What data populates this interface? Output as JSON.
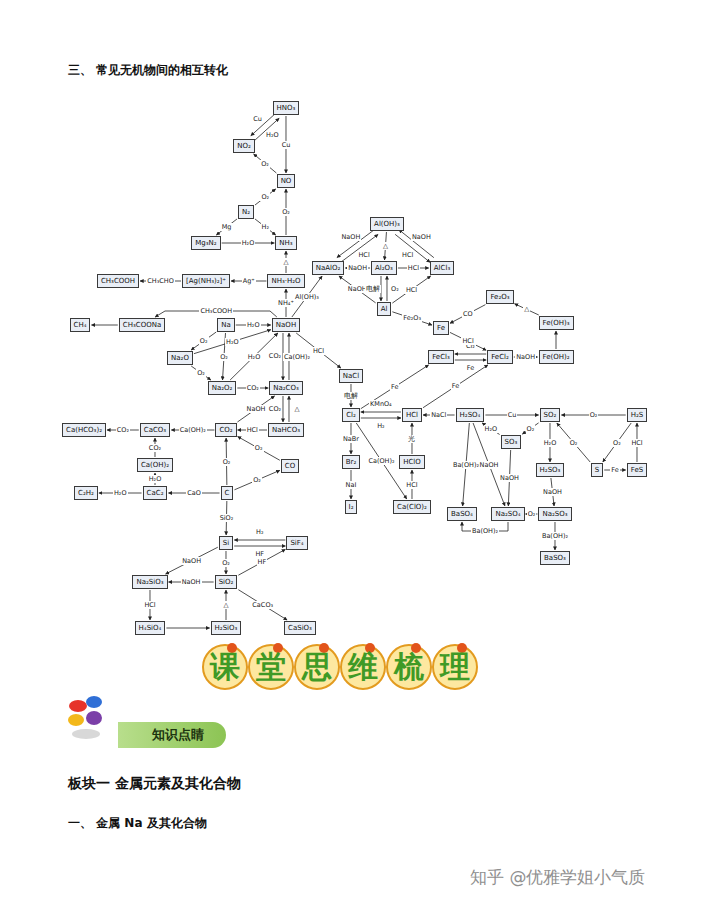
{
  "diagram": {
    "title": "三、 常见无机物间的相互转化",
    "nodes": [
      {
        "text": [
          "HNO₃"
        ]
      },
      {
        "text": [
          "NO₂"
        ]
      },
      {
        "text": [
          "NO"
        ]
      },
      {
        "text": [
          "N₂"
        ]
      },
      {
        "text": [
          "Mg₃N₂"
        ]
      },
      {
        "text": [
          "NH₃"
        ]
      },
      {
        "text": [
          "NH₃·H₂O"
        ]
      },
      {
        "text": [
          "[Ag(NH₃)₂]⁺"
        ]
      },
      {
        "text": [
          "CH₃COOH"
        ]
      },
      {
        "text": [
          "Na"
        ]
      },
      {
        "text": [
          "NaOH"
        ]
      },
      {
        "text": [
          "CH₃COONa"
        ]
      },
      {
        "text": [
          "CH₄"
        ]
      },
      {
        "text": [
          "Na₂O"
        ]
      },
      {
        "text": [
          "Na₂O₂"
        ]
      },
      {
        "text": [
          "Na₂CO₃"
        ]
      },
      {
        "text": [
          "NaHCO₃"
        ]
      },
      {
        "text": [
          "CO₂"
        ]
      },
      {
        "text": [
          "CaCO₃"
        ]
      },
      {
        "text": [
          "Ca(HCO₃)₂"
        ]
      },
      {
        "text": [
          "Ca(OH)₂"
        ]
      },
      {
        "text": [
          "CaC₂"
        ]
      },
      {
        "text": [
          "C₂H₂"
        ]
      },
      {
        "text": [
          "C"
        ]
      },
      {
        "text": [
          "CO"
        ]
      },
      {
        "text": [
          "Si"
        ]
      },
      {
        "text": [
          "SiF₄"
        ]
      },
      {
        "text": [
          "Na₂SiO₃"
        ]
      },
      {
        "text": [
          "SiO₂"
        ]
      },
      {
        "text": [
          "H₄SiO₄"
        ]
      },
      {
        "text": [
          "H₂SiO₃"
        ]
      },
      {
        "text": [
          "CaSiO₃"
        ]
      },
      {
        "text": [
          "NaCl"
        ]
      },
      {
        "text": [
          "Al(OH)₃"
        ]
      },
      {
        "text": [
          "NaAlO₂"
        ]
      },
      {
        "text": [
          "Al₂O₃"
        ]
      },
      {
        "text": [
          "AlCl₃"
        ]
      },
      {
        "text": [
          "Al"
        ]
      },
      {
        "text": [
          "Fe"
        ]
      },
      {
        "text": [
          "Fe₂O₃"
        ]
      },
      {
        "text": [
          "Fe(OH)₃"
        ]
      },
      {
        "text": [
          "FeCl₃"
        ]
      },
      {
        "text": [
          "FeCl₂"
        ]
      },
      {
        "text": [
          "Fe(OH)₂"
        ]
      },
      {
        "text": [
          "Cl₂"
        ]
      },
      {
        "text": [
          "HCl"
        ]
      },
      {
        "text": [
          "H₂SO₄"
        ]
      },
      {
        "text": [
          "SO₂"
        ]
      },
      {
        "text": [
          "H₂S"
        ]
      },
      {
        "text": [
          "SO₃"
        ]
      },
      {
        "text": [
          "S"
        ]
      },
      {
        "text": [
          "FeS"
        ]
      },
      {
        "text": [
          "H₂SO₃"
        ]
      },
      {
        "text": [
          "Br₂"
        ]
      },
      {
        "text": [
          "HClO"
        ]
      },
      {
        "text": [
          "I₂"
        ]
      },
      {
        "text": [
          "Ca(ClO)₂"
        ]
      },
      {
        "text": [
          "BaSO₄"
        ]
      },
      {
        "text": [
          "Na₂SO₄"
        ]
      },
      {
        "text": [
          "Na₂SO₃"
        ]
      },
      {
        "text": [
          "BaSO₃"
        ]
      },
      {
        "text": [
          "知识点睛"
        ]
      }
    ],
    "edges": [
      {
        "from": 0,
        "to": 1,
        "label": "Cu",
        "arrow": "to"
      },
      {
        "from": 1,
        "to": 0,
        "label": "H₂O",
        "arrow": "to"
      },
      {
        "from": 0,
        "to": 2,
        "label": "Cu",
        "arrow": "to"
      },
      {
        "from": 2,
        "to": 1,
        "label": "O₂",
        "arrow": "to"
      },
      {
        "from": 3,
        "to": 2,
        "label": "O₂",
        "arrow": "to"
      },
      {
        "from": 5,
        "to": 2,
        "label": "O₂",
        "arrow": "to"
      },
      {
        "from": 3,
        "to": 4,
        "label": "Mg",
        "arrow": "to"
      },
      {
        "from": 3,
        "to": 5,
        "label": "H₂",
        "arrow": "to"
      },
      {
        "from": 4,
        "to": 5,
        "label": "H₂O",
        "arrow": "to"
      },
      {
        "from": 6,
        "to": 5,
        "label": "△",
        "arrow": "to"
      },
      {
        "from": 6,
        "to": 7,
        "label": "Ag⁺",
        "arrow": "to"
      },
      {
        "from": 7,
        "to": 8,
        "label": "CH₃CHO",
        "arrow": "to"
      },
      {
        "from": 10,
        "to": 6,
        "label": "NH₄⁺",
        "arrow": "to"
      },
      {
        "from": 9,
        "to": 10,
        "label": "H₂O",
        "arrow": "to"
      },
      {
        "from": 10,
        "to": 11,
        "label": "CH₃COOH",
        "arrow": "to"
      },
      {
        "from": 11,
        "to": 12,
        "arrow": "to"
      },
      {
        "from": 9,
        "to": 13,
        "label": "O₂",
        "arrow": "to"
      },
      {
        "from": 13,
        "to": 14,
        "label": "O₂",
        "arrow": "to"
      },
      {
        "from": 9,
        "to": 14,
        "label": "O₂",
        "arrow": "to"
      },
      {
        "from": 13,
        "to": 10,
        "label": "H₂O",
        "arrow": "to"
      },
      {
        "from": 14,
        "to": 10,
        "label": "H₂O",
        "arrow": "to"
      },
      {
        "from": 14,
        "to": 15,
        "label": "CO₂",
        "arrow": "to"
      },
      {
        "from": 10,
        "to": 15,
        "label": "CO₂",
        "arrow": "to"
      },
      {
        "from": 15,
        "to": 10,
        "label": "Ca(OH)₂",
        "arrow": "to"
      },
      {
        "from": 15,
        "to": 16,
        "label": "CO₂",
        "arrow": "to"
      },
      {
        "from": 16,
        "to": 15,
        "label": "△",
        "arrow": "to"
      },
      {
        "from": 16,
        "to": 17,
        "label": "HCl",
        "arrow": "to"
      },
      {
        "from": 17,
        "to": 15,
        "label": "NaOH",
        "arrow": "to"
      },
      {
        "from": 17,
        "to": 18,
        "label": "Ca(OH)₂",
        "arrow": "to"
      },
      {
        "from": 18,
        "to": 19,
        "label": "CO₂",
        "arrow": "to"
      },
      {
        "from": 20,
        "to": 18,
        "label": "CO₂",
        "arrow": "to"
      },
      {
        "from": 21,
        "to": 20,
        "label": "H₂O",
        "arrow": "to"
      },
      {
        "from": 21,
        "to": 22,
        "label": "H₂O",
        "arrow": "to"
      },
      {
        "from": 23,
        "to": 21,
        "label": "CaO",
        "arrow": "to"
      },
      {
        "from": 23,
        "to": 17,
        "label": "O₂",
        "arrow": "to"
      },
      {
        "from": 23,
        "to": 24,
        "label": "O₂",
        "arrow": "to"
      },
      {
        "from": 24,
        "to": 17,
        "label": "O₂",
        "arrow": "to"
      },
      {
        "from": 23,
        "to": 25,
        "label": "SiO₂",
        "arrow": "to"
      },
      {
        "from": 25,
        "to": 26,
        "label": "HF",
        "arrow": "to"
      },
      {
        "from": 26,
        "to": 25,
        "label": "H₂",
        "arrow": "to"
      },
      {
        "from": 25,
        "to": 28,
        "label": "O₂",
        "arrow": "to"
      },
      {
        "from": 25,
        "to": 27,
        "label": "NaOH",
        "arrow": "to"
      },
      {
        "from": 28,
        "to": 27,
        "label": "NaOH",
        "arrow": "to"
      },
      {
        "from": 27,
        "to": 29,
        "label": "HCl",
        "arrow": "to"
      },
      {
        "from": 29,
        "to": 30,
        "arrow": "to"
      },
      {
        "from": 30,
        "to": 28,
        "label": "△",
        "arrow": "to"
      },
      {
        "from": 28,
        "to": 26,
        "label": "HF",
        "arrow": "to"
      },
      {
        "from": 28,
        "to": 31,
        "label": "CaCO₃",
        "arrow": "to"
      },
      {
        "from": 10,
        "to": 34,
        "label": "Al(OH)₃",
        "arrow": "to"
      },
      {
        "from": 10,
        "to": 32,
        "label": "HCl",
        "arrow": "to"
      },
      {
        "from": 32,
        "to": 44,
        "label": "电解",
        "arrow": "to"
      },
      {
        "from": 33,
        "to": 34,
        "label": "NaOH",
        "arrow": "to"
      },
      {
        "from": 34,
        "to": 33,
        "label": "HCl",
        "arrow": "to"
      },
      {
        "from": 33,
        "to": 35,
        "label": "△",
        "arrow": "to"
      },
      {
        "from": 33,
        "to": 36,
        "label": "HCl",
        "arrow": "to"
      },
      {
        "from": 36,
        "to": 33,
        "label": "NaOH",
        "arrow": "to"
      },
      {
        "from": 35,
        "to": 34,
        "label": "NaOH",
        "arrow": "to"
      },
      {
        "from": 35,
        "to": 36,
        "label": "HCl",
        "arrow": "to"
      },
      {
        "from": 37,
        "to": 34,
        "label": "NaOH",
        "arrow": "to"
      },
      {
        "from": 37,
        "to": 35,
        "label": "O₂",
        "arrow": "to"
      },
      {
        "from": 35,
        "to": 37,
        "label": "电解",
        "arrow": "to"
      },
      {
        "from": 37,
        "to": 36,
        "label": "HCl",
        "arrow": "to"
      },
      {
        "from": 37,
        "to": 38,
        "label": "Fe₂O₃",
        "arrow": "to"
      },
      {
        "from": 39,
        "to": 38,
        "label": "CO",
        "arrow": "to"
      },
      {
        "from": 40,
        "to": 39,
        "label": "△",
        "arrow": "to"
      },
      {
        "from": 42,
        "to": 43,
        "label": "NaOH",
        "arrow": "to"
      },
      {
        "from": 43,
        "to": 40,
        "arrow": "to"
      },
      {
        "from": 42,
        "to": 41,
        "label": "Cl₂",
        "arrow": "to"
      },
      {
        "from": 41,
        "to": 42,
        "label": "Fe",
        "arrow": "to"
      },
      {
        "from": 38,
        "to": 42,
        "label": "HCl",
        "arrow": "to"
      },
      {
        "from": 44,
        "to": 41,
        "label": "Fe",
        "arrow": "to"
      },
      {
        "from": 45,
        "to": 42,
        "label": "Fe",
        "arrow": "to"
      },
      {
        "from": 44,
        "to": 45,
        "label": "H₂",
        "arrow": "to"
      },
      {
        "from": 45,
        "to": 44,
        "label": "KMnO₄",
        "arrow": "to"
      },
      {
        "from": 46,
        "to": 45,
        "label": "NaCl",
        "arrow": "to"
      },
      {
        "from": 44,
        "to": 53,
        "label": "NaBr",
        "arrow": "to"
      },
      {
        "from": 53,
        "to": 55,
        "label": "NaI",
        "arrow": "to"
      },
      {
        "from": 44,
        "to": 56,
        "label": "Ca(OH)₂",
        "arrow": "to"
      },
      {
        "from": 56,
        "to": 54,
        "label": "HCl",
        "arrow": "to"
      },
      {
        "from": 54,
        "to": 45,
        "label": "光",
        "arrow": "to"
      },
      {
        "from": 46,
        "to": 47,
        "label": "Cu",
        "arrow": "to"
      },
      {
        "from": 47,
        "to": 49,
        "label": "O₂",
        "arrow": "to"
      },
      {
        "from": 49,
        "to": 46,
        "label": "H₂O",
        "arrow": "to"
      },
      {
        "from": 47,
        "to": 52,
        "label": "H₂O",
        "arrow": "to"
      },
      {
        "from": 48,
        "to": 47,
        "label": "O₂",
        "arrow": "to"
      },
      {
        "from": 48,
        "to": 50,
        "label": "O₂",
        "arrow": "to"
      },
      {
        "from": 50,
        "to": 47,
        "label": "O₂",
        "arrow": "to"
      },
      {
        "from": 50,
        "to": 51,
        "label": "Fe",
        "arrow": "to"
      },
      {
        "from": 51,
        "to": 48,
        "label": "HCl",
        "arrow": "to"
      },
      {
        "from": 46,
        "to": 57,
        "label": "Ba(OH)₂",
        "arrow": "to"
      },
      {
        "from": 46,
        "to": 58,
        "label": "NaOH",
        "arrow": "to"
      },
      {
        "from": 49,
        "to": 58,
        "label": "NaOH",
        "arrow": "to"
      },
      {
        "from": 52,
        "to": 59,
        "label": "NaOH",
        "arrow": "to"
      },
      {
        "from": 59,
        "to": 58,
        "label": "O₂",
        "arrow": "to"
      },
      {
        "from": 58,
        "to": 57,
        "label": "Ba(OH)₂",
        "arrow": "to"
      },
      {
        "from": 59,
        "to": 60,
        "label": "Ba(OH)₂",
        "arrow": "to"
      }
    ],
    "labels": [
      "课堂思维梳理",
      "板块一 金属元素及其化合物",
      "一、 金属 Na 及其化合物",
      "知乎 @优雅学姐小气质"
    ]
  }
}
